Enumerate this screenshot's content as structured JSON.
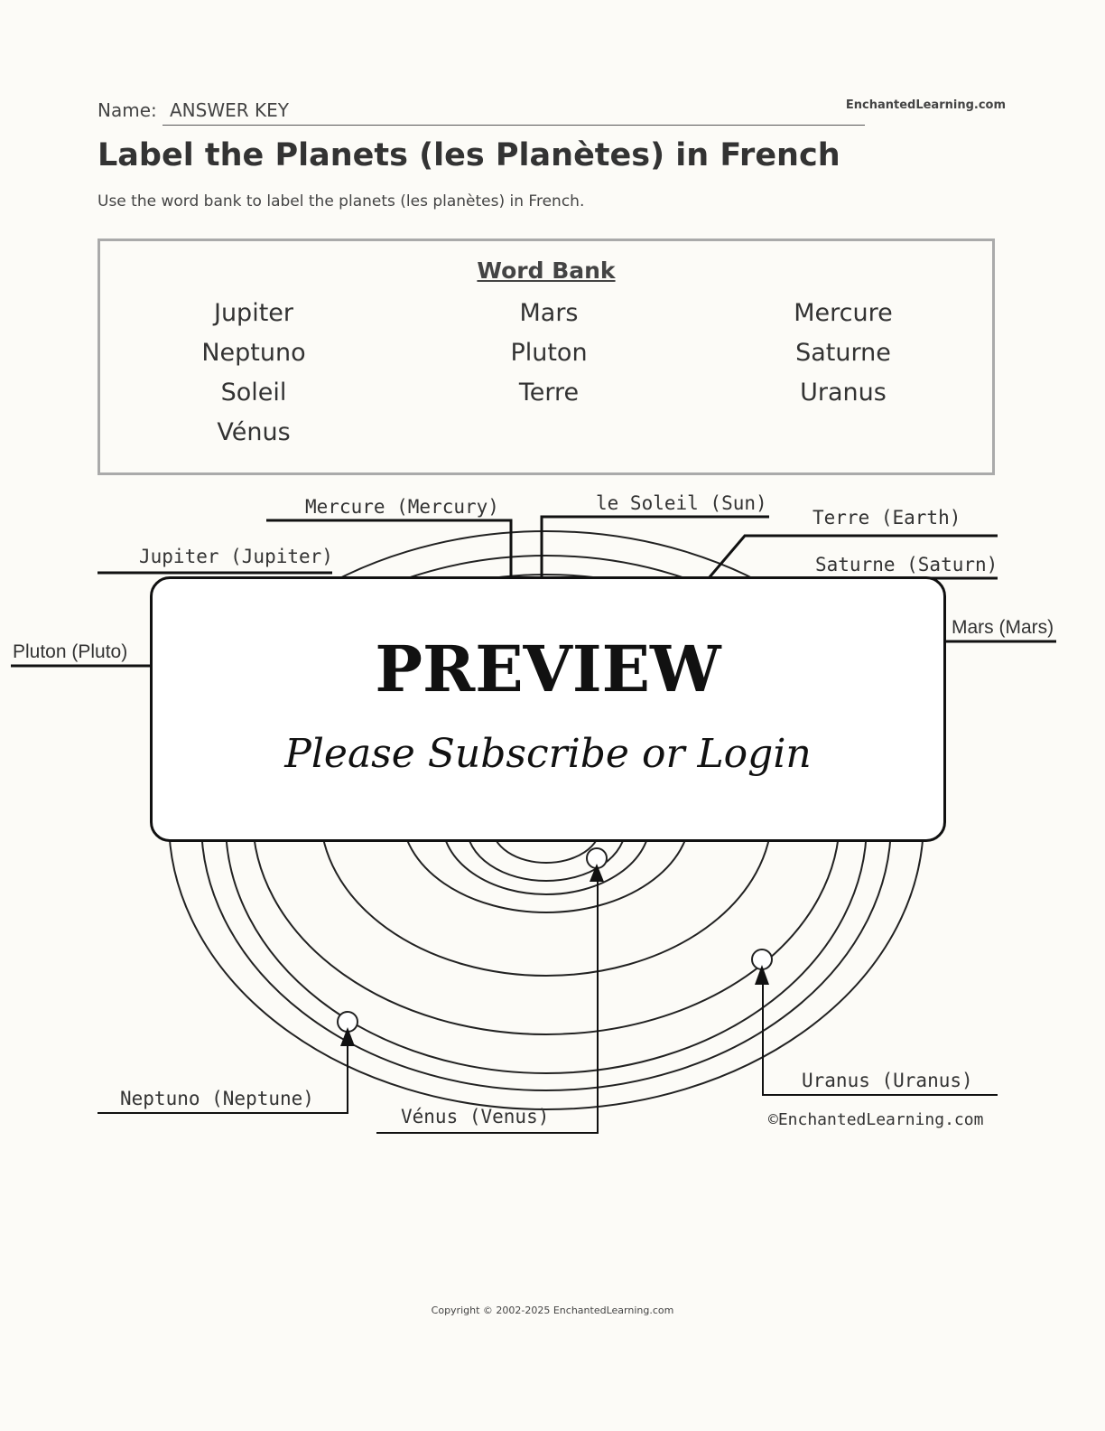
{
  "header": {
    "name_label": "Name:",
    "name_value": "ANSWER KEY",
    "site": "EnchantedLearning.com"
  },
  "title": "Label the Planets (les Planètes) in French",
  "instructions": "Use the word bank to label the planets (les planètes) in French.",
  "word_bank": {
    "title": "Word Bank",
    "words": [
      "Jupiter",
      "Mars",
      "Mercure",
      "Neptuno",
      "Pluton",
      "Saturne",
      "Soleil",
      "Terre",
      "Uranus",
      "Vénus"
    ]
  },
  "diagram": {
    "labels": {
      "mercury": "Mercure (Mercury)",
      "sun": "le Soleil (Sun)",
      "earth": "Terre (Earth)",
      "jupiter": "Jupiter (Jupiter)",
      "saturn": "Saturne (Saturn)",
      "pluto": "Pluton (Pluto)",
      "mars": "Mars (Mars)",
      "neptune": "Neptuno (Neptune)",
      "venus": "Vénus (Venus)",
      "uranus": "Uranus (Uranus)"
    },
    "credit": "©EnchantedLearning.com"
  },
  "overlay": {
    "title": "PREVIEW",
    "subtitle": "Please Subscribe or Login"
  },
  "footer": "Copyright © 2002-2025 EnchantedLearning.com"
}
